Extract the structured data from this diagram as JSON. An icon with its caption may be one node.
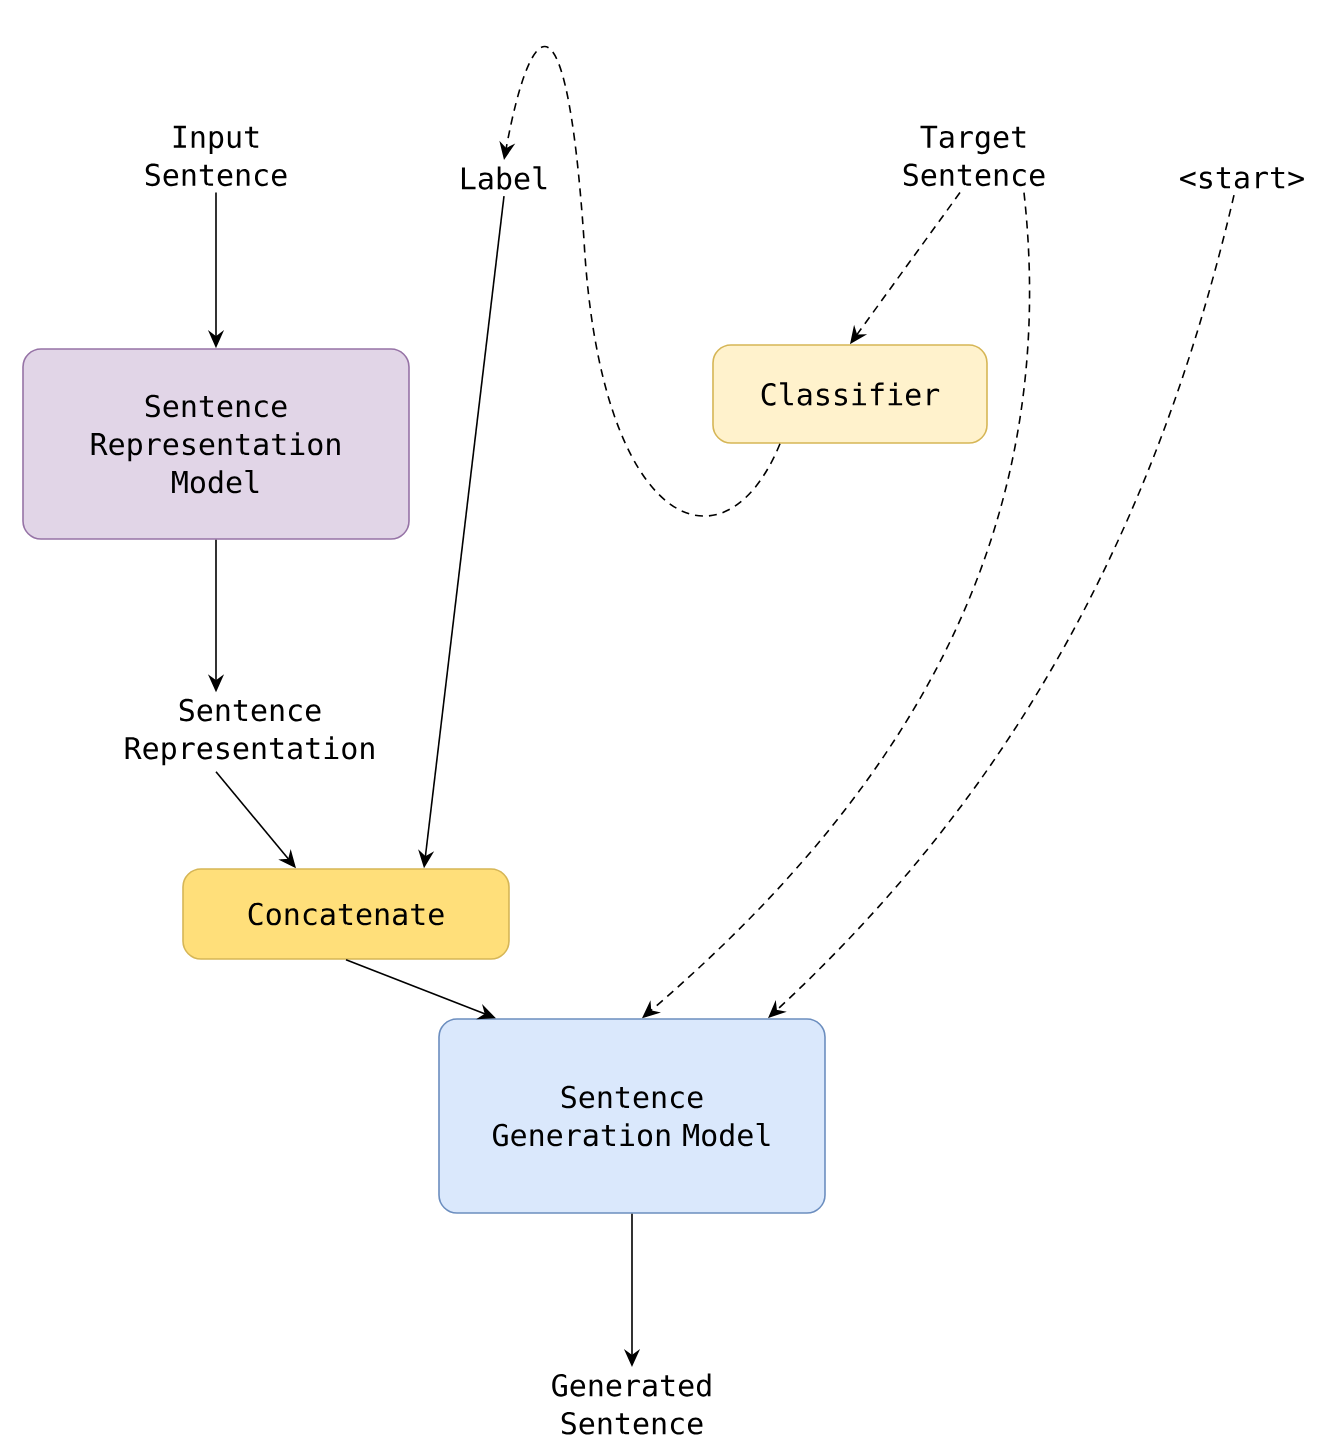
{
  "diagram": {
    "nodes": [
      {
        "text": [
          "Input Sentence"
        ]
      },
      {
        "text": [
          "Label"
        ]
      },
      {
        "text": [
          "Target Sentence"
        ]
      },
      {
        "text": [
          "<start>"
        ]
      },
      {
        "text": [
          "Sentence Representation Model"
        ]
      },
      {
        "text": [
          "Classifier"
        ]
      },
      {
        "text": [
          "Sentence Representation"
        ]
      },
      {
        "text": [
          "Concatenate"
        ]
      },
      {
        "text": [
          "Sentence Generation Model"
        ]
      },
      {
        "text": [
          "Generated Sentence"
        ]
      }
    ],
    "edges": [
      {
        "from": 0,
        "to": 4,
        "arrow": "to"
      },
      {
        "from": 4,
        "to": 6,
        "arrow": "to"
      },
      {
        "from": 6,
        "to": 7,
        "arrow": "to"
      },
      {
        "from": 1,
        "to": 7,
        "arrow": "to"
      },
      {
        "from": 2,
        "to": 5,
        "arrow": "to",
        "style": "dashed"
      },
      {
        "from": 5,
        "to": 1,
        "arrow": "to",
        "style": "dashed"
      },
      {
        "from": 2,
        "to": 8,
        "arrow": "to",
        "style": "dashed"
      },
      {
        "from": 3,
        "to": 8,
        "arrow": "to",
        "style": "dashed"
      },
      {
        "from": 7,
        "to": 8,
        "arrow": "to"
      },
      {
        "from": 8,
        "to": 9,
        "arrow": "to"
      }
    ]
  }
}
